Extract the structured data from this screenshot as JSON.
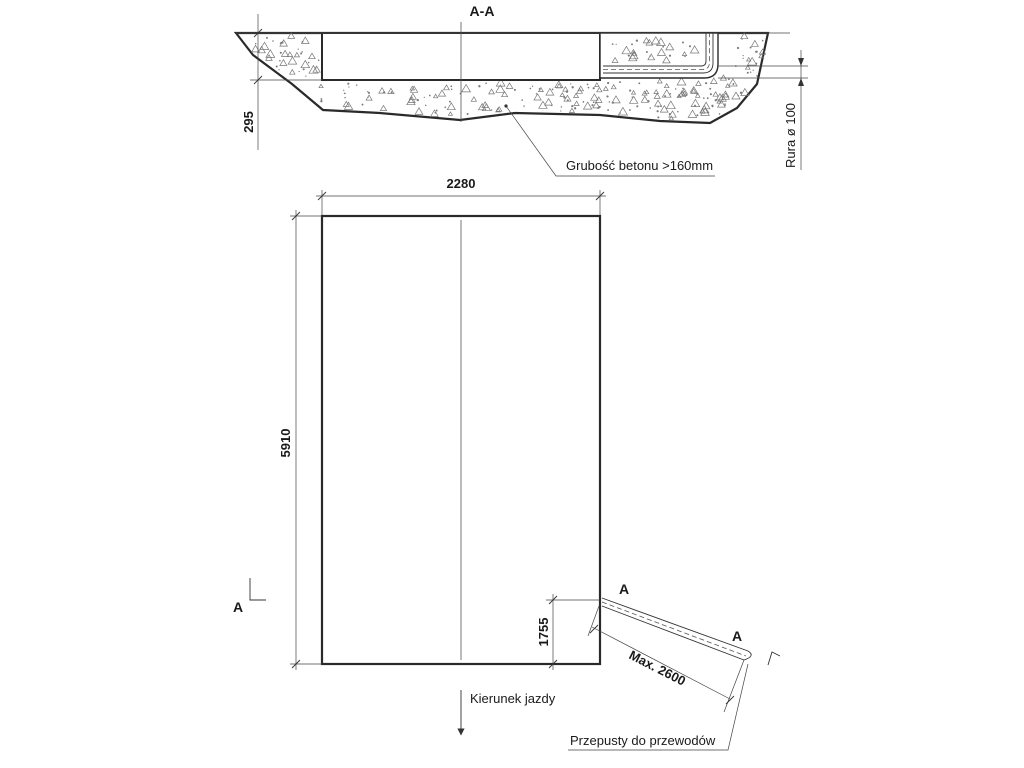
{
  "section": {
    "title": "A-A",
    "depth_dimension": "295",
    "concrete_note": "Grubość betonu >160mm",
    "pipe_note": "Rura ø 100"
  },
  "plan": {
    "width_dimension": "2280",
    "length_dimension": "5910",
    "section_marker_left": "A",
    "section_marker_right_top": "A",
    "section_marker_right_bottom": "A",
    "offset_dimension": "1755",
    "channel_length": "Max. 2600",
    "direction_note": "Kierunek jazdy",
    "passage_note": "Przepusty do przewodów"
  }
}
